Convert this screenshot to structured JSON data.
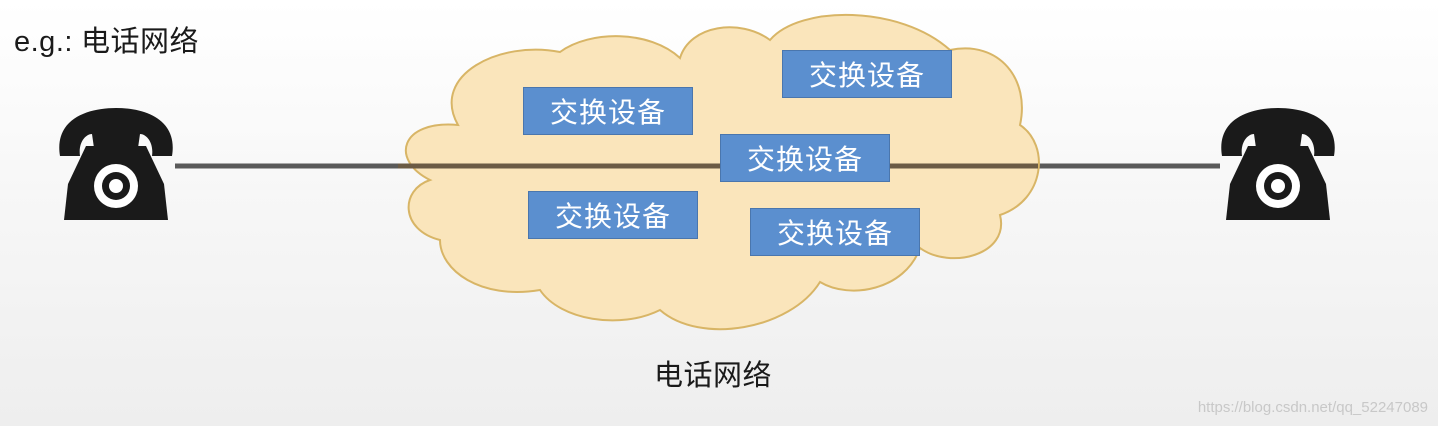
{
  "header": {
    "prefix": "e.g.:",
    "title": "电话网络"
  },
  "diagram": {
    "cloud_label": "电话网络",
    "switches": [
      {
        "label": "交换设备"
      },
      {
        "label": "交换设备"
      },
      {
        "label": "交换设备"
      },
      {
        "label": "交换设备"
      },
      {
        "label": "交换设备"
      }
    ],
    "endpoints": [
      {
        "icon": "telephone-icon"
      },
      {
        "icon": "telephone-icon"
      }
    ],
    "colors": {
      "cloud_fill": "#fae5bb",
      "cloud_stroke": "#d8b566",
      "switch_fill": "#5b8fcf",
      "line": "#5a5a5a"
    }
  },
  "watermark": "https://blog.csdn.net/qq_52247089"
}
